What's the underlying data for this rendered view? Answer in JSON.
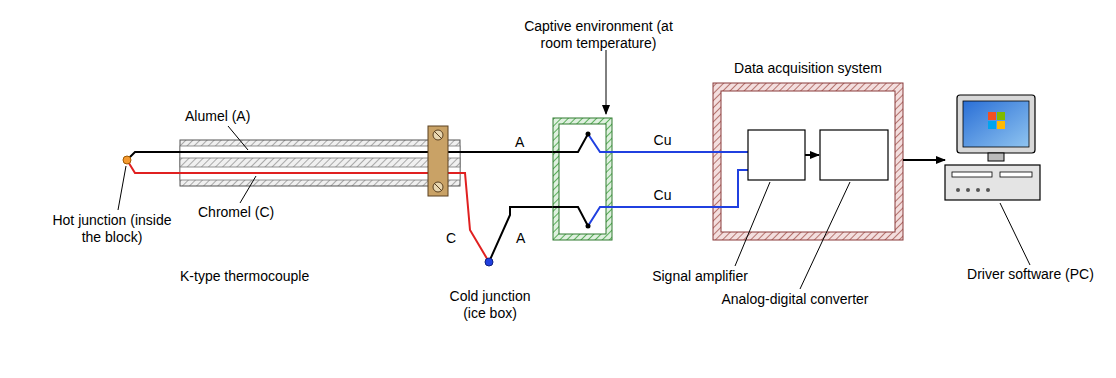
{
  "diagram": {
    "nodes": [
      {
        "text": [
          "Captive environment (at room temperature)"
        ]
      },
      {
        "text": [
          "Data acquisition system"
        ]
      },
      {
        "text": [
          "Driver software (PC)"
        ]
      }
    ],
    "edges": [
      {
        "from": 0,
        "to": 1,
        "label": "Cu",
        "arrow": "none"
      },
      {
        "from": 0,
        "to": 1,
        "label": "Cu",
        "arrow": "none"
      },
      {
        "from": 1,
        "to": 2,
        "arrow": "to"
      }
    ],
    "labels": [
      "Alumel (A)",
      "Chromel (C)",
      "Hot junction (inside the block)",
      "K-type thermocouple",
      "A",
      "C",
      "A",
      "Cold junction (ice box)",
      "Signal amplifier",
      "Analog-digital converter"
    ]
  }
}
